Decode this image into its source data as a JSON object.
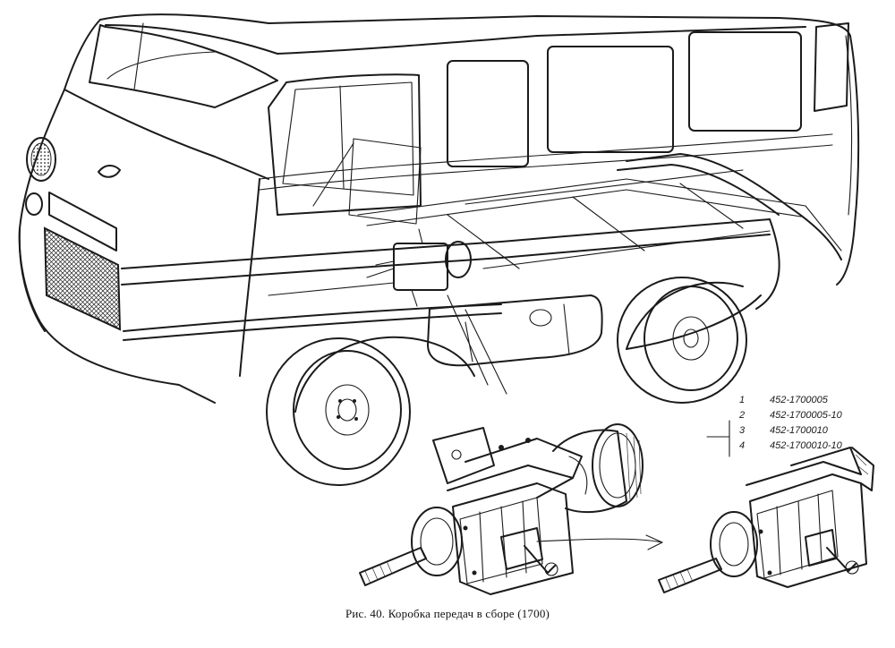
{
  "figure": {
    "caption": "Рис. 40. Коробка передач в сборе (1700)",
    "part_numbers": [
      {
        "index": "1",
        "code": "452-1700005"
      },
      {
        "index": "2",
        "code": "452-1700005-10"
      },
      {
        "index": "3",
        "code": "452-1700010"
      },
      {
        "index": "4",
        "code": "452-1700010-10"
      }
    ]
  }
}
